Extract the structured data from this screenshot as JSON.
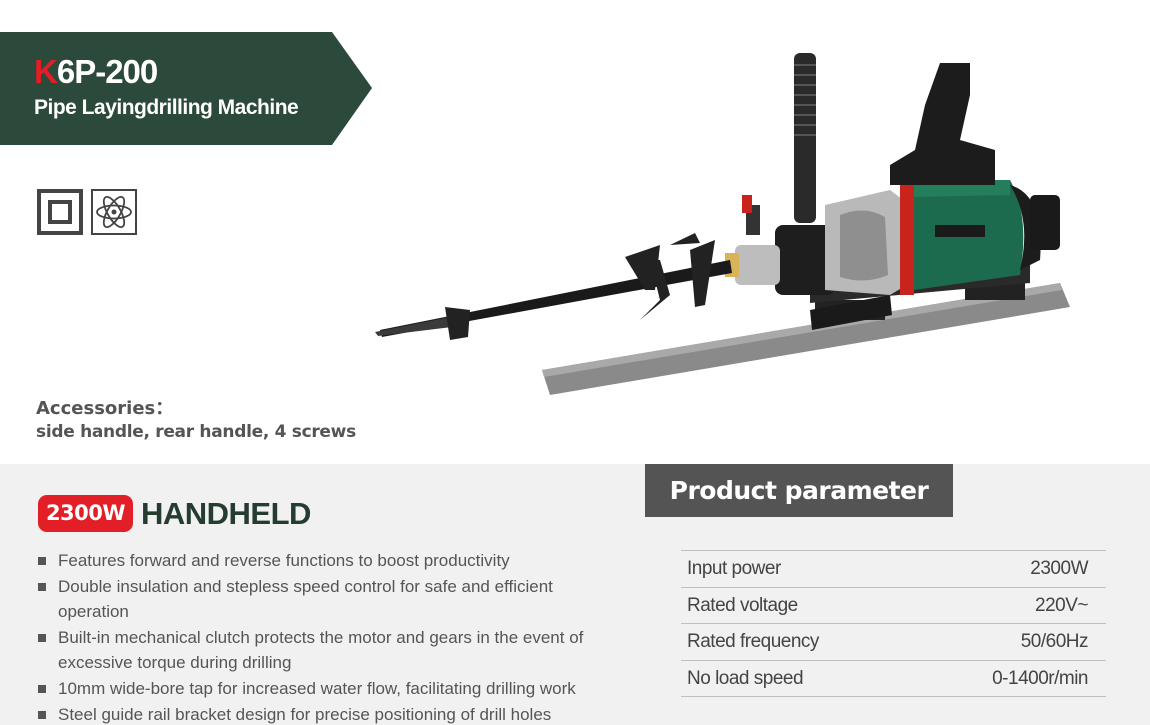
{
  "header": {
    "model_prefix": "K",
    "model_rest": "6P-200",
    "subtitle": "Pipe Layingdrilling Machine",
    "banner_color": "#2c4a3b"
  },
  "certifications": [
    {
      "icon": "double-insulation-icon"
    },
    {
      "icon": "atom-icon"
    }
  ],
  "product_image": {
    "description_icon": "pipe-laying-drill-machine"
  },
  "accessories": {
    "title": "Accessories：",
    "text": "side handle, rear handle, 4 screws"
  },
  "power_badge": "2300W",
  "headline": "HANDHELD",
  "features": [
    "Features forward and reverse functions to boost productivity",
    "Double insulation and stepless speed control for safe and efficient operation",
    "Built-in mechanical clutch protects the motor and gears in the event of excessive torque during drilling",
    "10mm wide-bore tap for increased water flow, facilitating drilling work",
    "Steel guide rail bracket design for precise positioning of drill holes"
  ],
  "parameters": {
    "title": "Product parameter",
    "rows": [
      {
        "label": "Input power",
        "value": "2300W"
      },
      {
        "label": "Rated voltage",
        "value": "220V~"
      },
      {
        "label": "Rated frequency",
        "value": "50/60Hz"
      },
      {
        "label": "No load speed",
        "value": "0-1400r/min"
      }
    ]
  },
  "colors": {
    "accent_red": "#e21e26",
    "dark_green": "#253c30",
    "panel_grey": "#f1f1f1",
    "param_header_grey": "#545454"
  }
}
